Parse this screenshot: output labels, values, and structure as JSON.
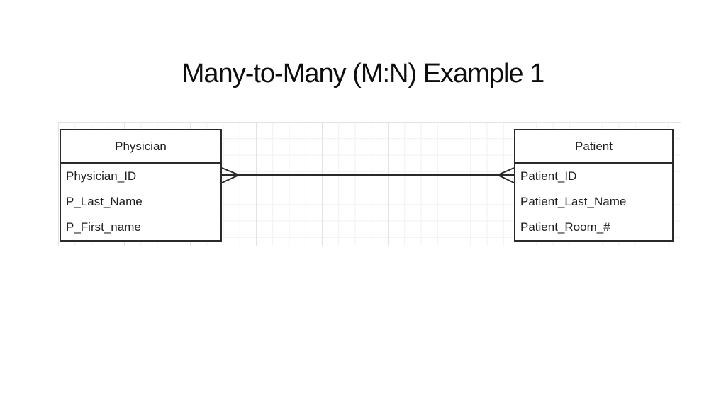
{
  "slide": {
    "title": "Many-to-Many (M:N) Example 1"
  },
  "diagram": {
    "entities": [
      {
        "name": "Physician",
        "attributes": [
          {
            "label": "Physician_ID",
            "primary_key": true
          },
          {
            "label": "P_Last_Name",
            "primary_key": false
          },
          {
            "label": "P_First_name",
            "primary_key": false
          }
        ]
      },
      {
        "name": "Patient",
        "attributes": [
          {
            "label": "Patient_ID",
            "primary_key": true
          },
          {
            "label": "Patient_Last_Name",
            "primary_key": false
          },
          {
            "label": "Patient_Room_#",
            "primary_key": false
          }
        ]
      }
    ],
    "relationship": {
      "type": "many-to-many",
      "cardinality": "M:N",
      "notation": "crows-foot",
      "from": "Physician",
      "to": "Patient"
    }
  },
  "colors": {
    "background": "#ffffff",
    "entity_border": "#2a2a2a",
    "text": "#1d1d1d",
    "grid_minor": "#f0f0f0",
    "grid_major": "#e3e3e3"
  }
}
